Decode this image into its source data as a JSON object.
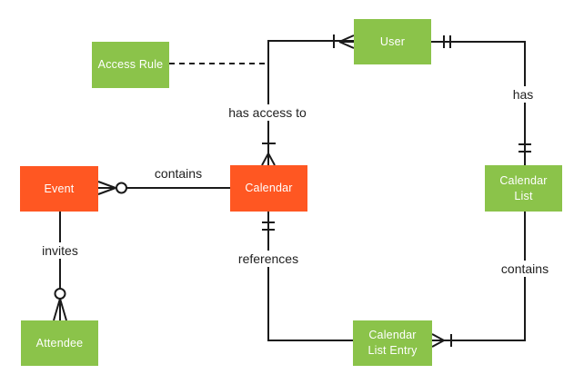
{
  "diagram": {
    "type": "entity-relationship",
    "colors": {
      "entity_green": "#8BC34A",
      "entity_orange": "#FF5722",
      "connector": "#1a1a1a",
      "relationship_label_text": "#212121",
      "entity_text": "#ffffff",
      "background": "#ffffff"
    },
    "entities": [
      {
        "id": "access-rule",
        "label": "Access Rule",
        "color": "#8BC34A"
      },
      {
        "id": "user",
        "label": "User",
        "color": "#8BC34A"
      },
      {
        "id": "event",
        "label": "Event",
        "color": "#FF5722"
      },
      {
        "id": "calendar",
        "label": "Calendar",
        "color": "#FF5722"
      },
      {
        "id": "calendar-list",
        "label": "Calendar List",
        "color": "#8BC34A"
      },
      {
        "id": "attendee",
        "label": "Attendee",
        "color": "#8BC34A"
      },
      {
        "id": "calendar-list-entry",
        "label": "Calendar List Entry",
        "color": "#8BC34A"
      }
    ],
    "relationships": [
      {
        "label": "contains",
        "from": "Event",
        "to": "Calendar",
        "from_marker": "zero-or-many",
        "to_marker": "none",
        "style": "solid"
      },
      {
        "label": "invites",
        "from": "Event",
        "to": "Attendee",
        "from_marker": "none",
        "to_marker": "zero-or-many",
        "style": "solid"
      },
      {
        "label": "has access to",
        "from": "Calendar",
        "to": "User",
        "from_marker": "one-or-many",
        "to_marker": "one-or-many",
        "style": "solid"
      },
      {
        "label": "has",
        "from": "User",
        "to": "Calendar List",
        "from_marker": "exactly-one",
        "to_marker": "exactly-one",
        "style": "solid"
      },
      {
        "label": "references",
        "from": "Calendar",
        "to": "Calendar List Entry",
        "from_marker": "exactly-one",
        "to_marker": "none",
        "style": "solid"
      },
      {
        "label": "contains",
        "from": "Calendar List",
        "to": "Calendar List Entry",
        "from_marker": "none",
        "to_marker": "one-or-many",
        "style": "solid"
      },
      {
        "label": "",
        "from": "Access Rule",
        "to": "has access to",
        "from_marker": "none",
        "to_marker": "none",
        "style": "dashed"
      }
    ]
  }
}
